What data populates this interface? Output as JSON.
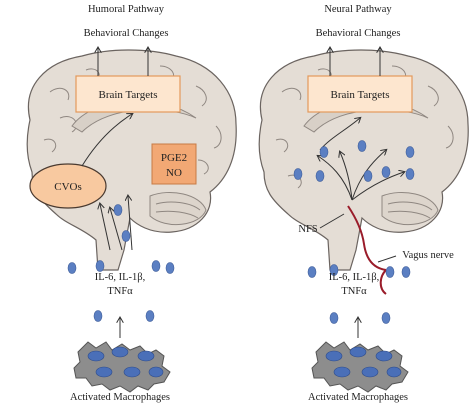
{
  "left_panel": {
    "title": "Humoral Pathway",
    "behavior_label": "Behavioral Changes",
    "brain_targets_label": "Brain Targets",
    "cvos_label": "CVOs",
    "pge2_label": "PGE2",
    "no_label": "NO",
    "cytokine_line1": "IL-6, IL-1β,",
    "cytokine_line2": "TNFα",
    "macrophage_label": "Activated Macrophages"
  },
  "right_panel": {
    "title": "Neural Pathway",
    "behavior_label": "Behavioral Changes",
    "brain_targets_label": "Brain Targets",
    "nfs_label": "NFS",
    "vagus_label": "Vagus nerve",
    "cytokine_line1": "IL-6, IL-1β,",
    "cytokine_line2": "TNFα",
    "macrophage_label": "Activated Macrophages"
  },
  "colors": {
    "brain_fill": "#e4ddd5",
    "brain_stroke": "#6b6460",
    "gyri_stroke": "#8f8781",
    "target_box_fill": "#fde6cf",
    "target_box_stroke": "#e39a5c",
    "cvo_fill": "#f8c9a0",
    "pge2_fill": "#f2a874",
    "cytokine_dot": "#5b7fc2",
    "macrophage_fill": "#8d8d8d",
    "nucleus_fill": "#4a6fb8",
    "vagus_nerve": "#9a1c2a"
  }
}
